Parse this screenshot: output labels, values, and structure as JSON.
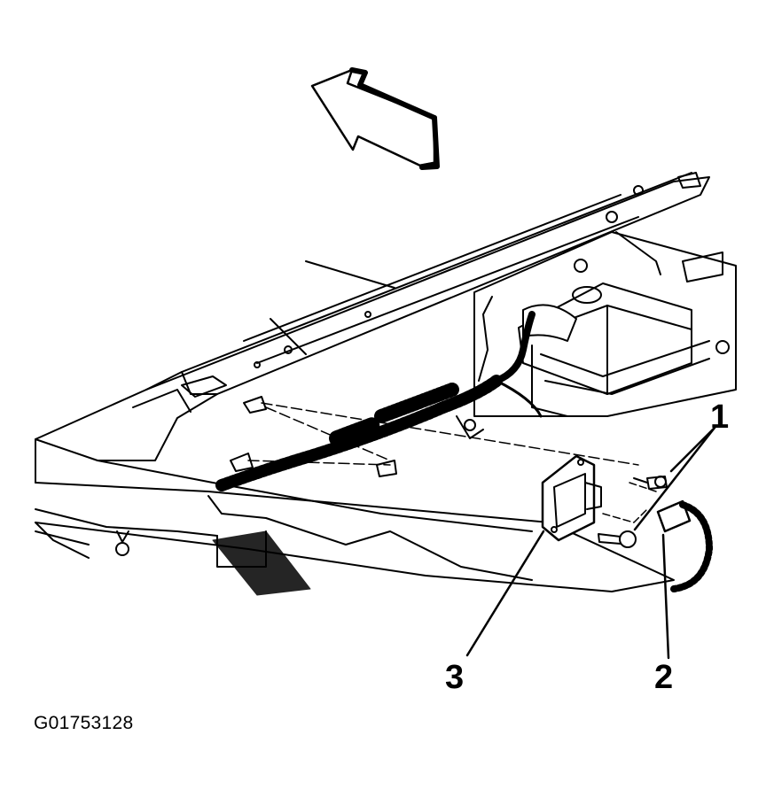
{
  "callouts": {
    "item_1": "1",
    "item_2": "2",
    "item_3": "3"
  },
  "figure_id": "G01753128",
  "colors": {
    "ink": "#000000",
    "paper": "#ffffff"
  },
  "icons": [
    "direction-arrow-icon"
  ]
}
